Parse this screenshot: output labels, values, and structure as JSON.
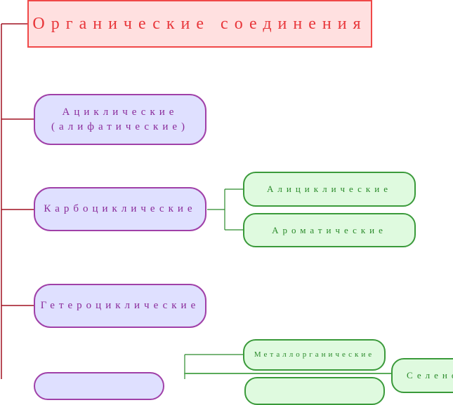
{
  "root": {
    "label": "Органические соединения"
  },
  "categories": [
    {
      "line1": "Ациклические",
      "line2": "(алифатические)"
    },
    {
      "label": "Карбоциклические"
    },
    {
      "label": "Гетероциклические"
    },
    {
      "label": ""
    }
  ],
  "carbocyclic_children": [
    "Алициклические",
    "Ароматические"
  ],
  "other_children": [
    "Металлорганические",
    "",
    "Селенор"
  ]
}
